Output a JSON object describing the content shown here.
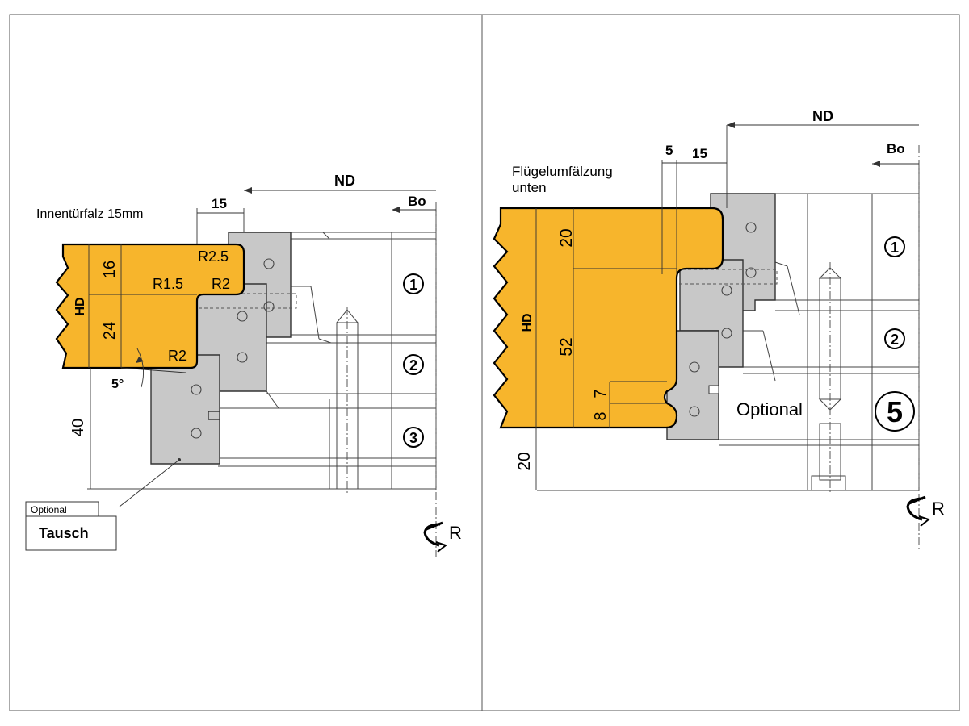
{
  "left": {
    "title": "Innentürfalz 15mm",
    "dims": {
      "width_15": "15",
      "nd": "ND",
      "bo": "Bo",
      "h16": "16",
      "h24": "24",
      "h40": "40",
      "angle": "5°"
    },
    "radii": {
      "r2_5": "R2.5",
      "r1_5": "R1.5",
      "r2_upper": "R2",
      "r2_lower": "R2"
    },
    "hd": "HD",
    "positions": [
      "1",
      "2",
      "3"
    ],
    "callout": {
      "optional": "Optional",
      "tausch": "Tausch"
    },
    "rotation": "R"
  },
  "right": {
    "title_line1": "Flügelumfälzung",
    "title_line2": "unten",
    "dims": {
      "d5": "5",
      "d15": "15",
      "nd": "ND",
      "bo": "Bo",
      "h20_top": "20",
      "h52": "52",
      "h7": "7",
      "h8": "8",
      "h20_bottom": "20"
    },
    "hd": "HD",
    "positions": [
      "1",
      "2"
    ],
    "optional_label": "Optional",
    "optional_position": "5",
    "rotation": "R"
  }
}
